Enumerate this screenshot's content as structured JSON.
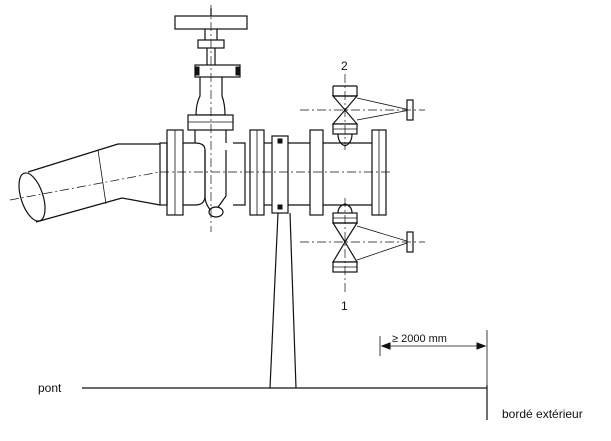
{
  "labels": {
    "valve_2": "2",
    "valve_1": "1",
    "dimension": "≥ 2000 mm",
    "deck": "pont",
    "hull": "bordé extérieur"
  }
}
